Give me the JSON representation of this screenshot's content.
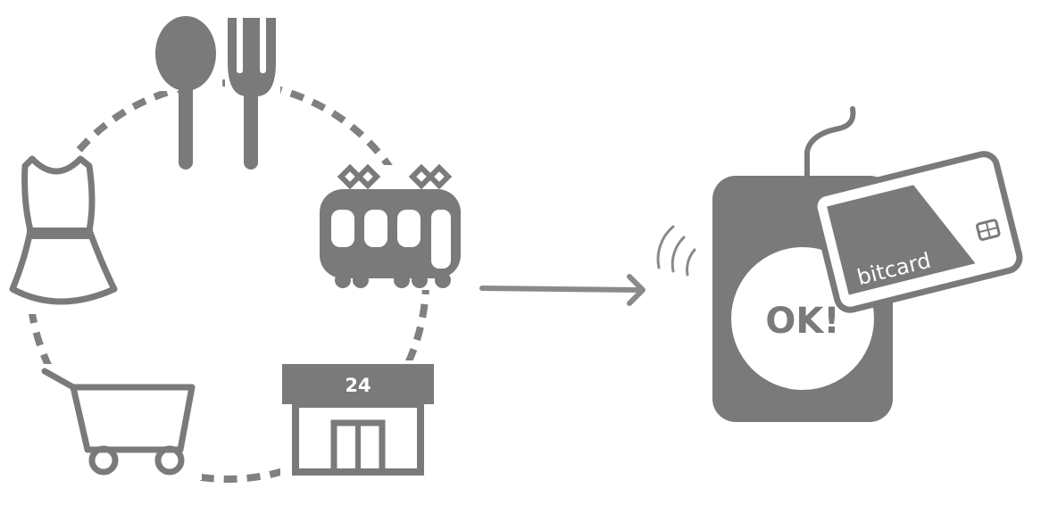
{
  "colors": {
    "icon": "#7a7a7a",
    "line": "#808080",
    "arrow": "#8a8a8a",
    "background": "#ffffff"
  },
  "icons": [
    "spoon-fork-icon",
    "train-icon",
    "convenience-store-icon",
    "shopping-cart-icon",
    "dress-icon",
    "card-reader-icon",
    "ic-card-icon",
    "nfc-signal-icon",
    "arrow-right-icon"
  ],
  "store": {
    "sign_text": "24"
  },
  "card": {
    "brand_text": "bitcard"
  },
  "reader": {
    "status_text": "OK!"
  }
}
